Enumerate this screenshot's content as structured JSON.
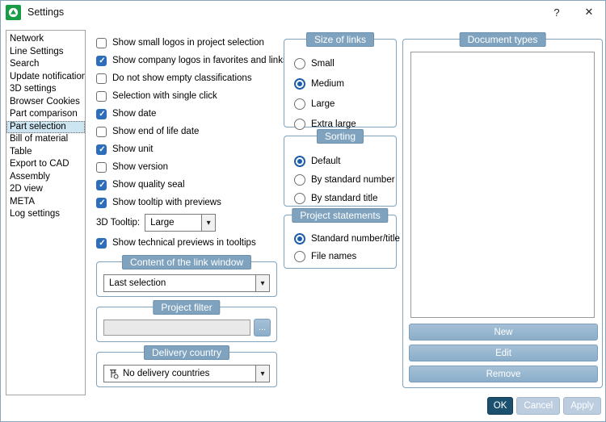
{
  "window": {
    "title": "Settings",
    "help_label": "?",
    "close_label": "✕"
  },
  "sidebar": {
    "items": [
      {
        "label": "Network",
        "selected": false
      },
      {
        "label": "Line Settings",
        "selected": false
      },
      {
        "label": "Search",
        "selected": false
      },
      {
        "label": "Update notification",
        "selected": false
      },
      {
        "label": "3D settings",
        "selected": false
      },
      {
        "label": "Browser Cookies",
        "selected": false
      },
      {
        "label": "Part comparison",
        "selected": false
      },
      {
        "label": "Part selection",
        "selected": true
      },
      {
        "label": "Bill of material",
        "selected": false
      },
      {
        "label": "Table",
        "selected": false
      },
      {
        "label": "Export to CAD",
        "selected": false
      },
      {
        "label": "Assembly",
        "selected": false
      },
      {
        "label": "2D view",
        "selected": false
      },
      {
        "label": "META",
        "selected": false
      },
      {
        "label": "Log settings",
        "selected": false
      }
    ]
  },
  "options": {
    "checkboxes": [
      {
        "label": "Show small logos in project selection",
        "checked": false
      },
      {
        "label": "Show company logos in favorites and links",
        "checked": true
      },
      {
        "label": "Do not show empty classifications",
        "checked": false
      },
      {
        "label": "Selection with single click",
        "checked": false
      },
      {
        "label": "Show date",
        "checked": true
      },
      {
        "label": "Show end of life date",
        "checked": false
      },
      {
        "label": "Show unit",
        "checked": true
      },
      {
        "label": "Show version",
        "checked": false
      },
      {
        "label": "Show quality seal",
        "checked": true
      },
      {
        "label": "Show tooltip with previews",
        "checked": true
      }
    ],
    "tooltip3d": {
      "label": "3D Tooltip:",
      "value": "Large"
    },
    "tech_previews": {
      "label": "Show technical previews in tooltips",
      "checked": true
    }
  },
  "link_window": {
    "title": "Content of the link window",
    "value": "Last selection"
  },
  "project_filter": {
    "title": "Project filter",
    "value": "",
    "browse_label": "..."
  },
  "delivery_country": {
    "title": "Delivery country",
    "value": "No delivery countries"
  },
  "size_of_links": {
    "title": "Size of links",
    "options": [
      {
        "label": "Small",
        "selected": false
      },
      {
        "label": "Medium",
        "selected": true
      },
      {
        "label": "Large",
        "selected": false
      },
      {
        "label": "Extra large",
        "selected": false
      }
    ]
  },
  "sorting": {
    "title": "Sorting",
    "options": [
      {
        "label": "Default",
        "selected": true
      },
      {
        "label": "By standard number",
        "selected": false
      },
      {
        "label": "By standard title",
        "selected": false
      }
    ]
  },
  "project_statements": {
    "title": "Project statements",
    "options": [
      {
        "label": "Standard number/title",
        "selected": true
      },
      {
        "label": "File names",
        "selected": false
      }
    ]
  },
  "document_types": {
    "title": "Document types",
    "items": [],
    "buttons": {
      "new": "New",
      "edit": "Edit",
      "remove": "Remove"
    }
  },
  "footer": {
    "ok": "OK",
    "cancel": "Cancel",
    "apply": "Apply"
  },
  "colors": {
    "accent_steel": "#7fa3bf",
    "checked_blue": "#2e6db9",
    "radio_blue": "#1e5fa8",
    "ok_dark": "#1b506f",
    "light_button": "#bccde0",
    "logo_green": "#1a9c46",
    "selected_row": "#cde4f1"
  }
}
